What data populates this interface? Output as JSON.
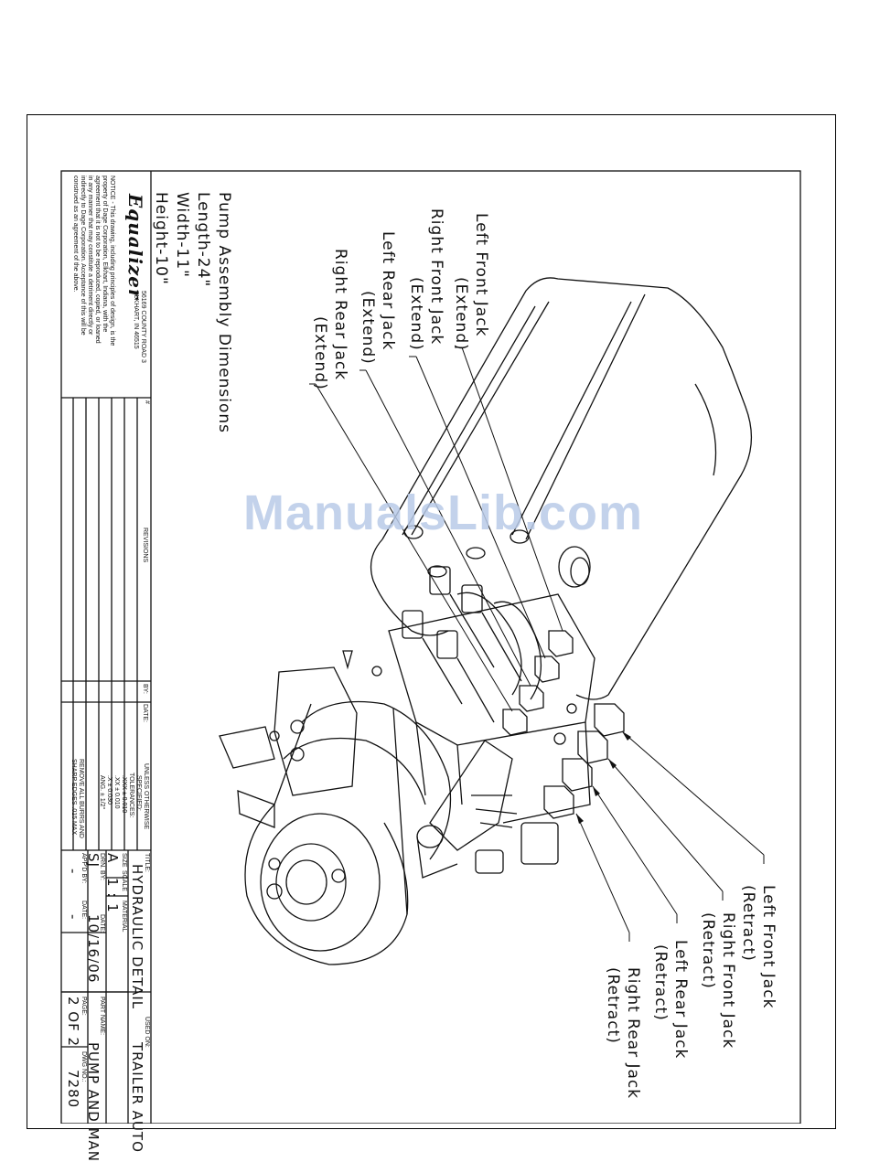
{
  "watermark": "ManualsLib.com",
  "company": {
    "logo": "Equalizer",
    "address_line1": "56169 COUNTY ROAD 3",
    "address_line2": "ELKHART, IN  46515",
    "notice": [
      "NOTICE - This drawing, including principles of design, is the",
      "property of Dage Corporation, Elkhart, Indiana, with the",
      "agreement that it is not to be reproduced, copied, or loaned",
      "in any manner that may constitute a detriment directly or",
      "indirectly to Dage Corporation. Acceptance of this will be",
      "construed as an agreement of the above."
    ]
  },
  "dimensions": {
    "heading": "Pump Assembly Dimensions",
    "length": "Length-24\"",
    "width": "Width-11\"",
    "height": "Height-10\""
  },
  "labels": {
    "left_front_extend": [
      "Left Front Jack",
      "(Extend)"
    ],
    "right_front_extend": [
      "Right Front Jack",
      "(Extend)"
    ],
    "left_rear_extend": [
      "Left Rear Jack",
      "(Extend)"
    ],
    "right_rear_extend": [
      "Right Rear Jack",
      "(Extend)"
    ],
    "left_front_retract": [
      "Left Front Jack",
      "(Retract)"
    ],
    "right_front_retract": [
      "Right Front Jack",
      "(Retract)"
    ],
    "left_rear_retract": [
      "Left Rear Jack",
      "(Retract)"
    ],
    "right_rear_retract": [
      "Right Rear Jack",
      "(Retract)"
    ]
  },
  "revisions": {
    "col_num": "#",
    "col_revisions": "REVISIONS",
    "col_by": "BY:",
    "col_date": "DATE:"
  },
  "tolerances": [
    "UNLESS OTHERWISE",
    "SPECIFIED:",
    "TOLERANCES:",
    ".XXX ± 0.010",
    ".XX ± 0.010",
    ".X ± 0.030",
    "ANG. ± 1/2°",
    "REMOVE ALL BURRS AND",
    "SHARP EDGES .015 MAX"
  ],
  "title_block": {
    "title_cap": "TITLE:",
    "title_val": "HYDRAULIC DETAIL",
    "used_on_cap": "USED ON:",
    "used_on_val": "TRAILER AUTO",
    "size_cap": "SIZE",
    "size_val": "A",
    "scale_cap": "SCALE",
    "scale_val": "1 : 1",
    "material_cap": "MATERIAL",
    "drn_by_cap": "DRN. BY:",
    "drn_by_val": "SJ",
    "date_cap": "DATE:",
    "date_val": "10/16/06",
    "part_name_cap": "PART NAME:",
    "part_name_val": "PUMP AND MAN",
    "appd_by_cap": "APP'D BY:",
    "appd_by_val": "-",
    "appd_date_cap": "DATE:",
    "appd_date_val": "-",
    "page_cap": "PAGE:",
    "page_val": "2 OF 2",
    "dwg_no_cap": "DWG NO.:",
    "dwg_no_val": "7280"
  }
}
